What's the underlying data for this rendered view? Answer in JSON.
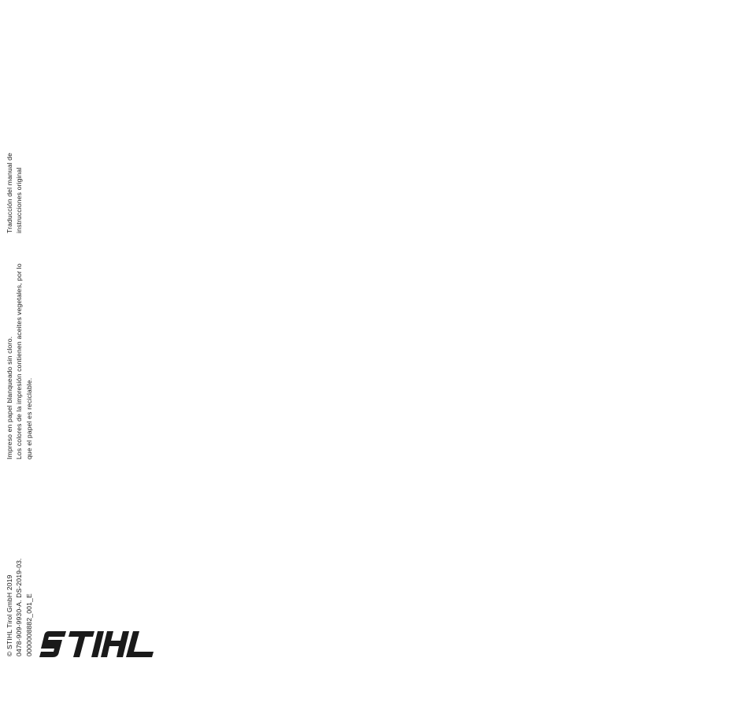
{
  "back_cover": {
    "translation_note": [
      "Traducción del manual de",
      "instrucciones original"
    ],
    "paper_note": [
      "Impreso en papel blanqueado sin cloro.",
      "Los colores de la impresión contienen aceites vegetales, por lo",
      "que el papel es reciclable."
    ],
    "copyright": [
      "© STIHL Tirol GmbH 2019",
      "0478-909-9930-A. DS-2019-03.",
      "0000008882_001_E"
    ],
    "logo": {
      "text": "STIHL",
      "color": "#1a1a1a"
    }
  }
}
